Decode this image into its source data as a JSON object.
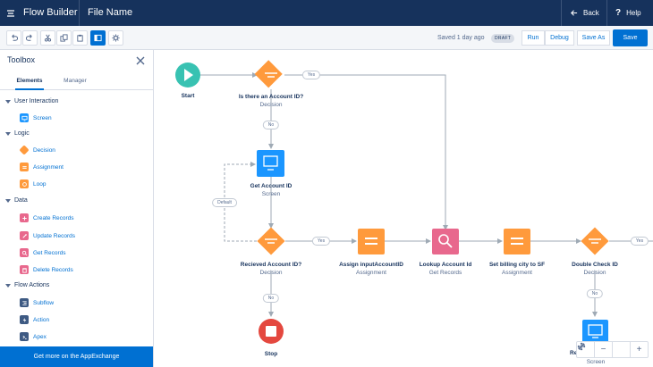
{
  "header": {
    "app_title": "Flow Builder",
    "file_name": "File Name",
    "back_label": "Back",
    "help_label": "Help"
  },
  "toolbar": {
    "saved_status": "Saved 1 day ago",
    "draft_badge": "DRAFT",
    "run_label": "Run",
    "debug_label": "Debug",
    "save_as_label": "Save As",
    "save_label": "Save"
  },
  "sidebar": {
    "title": "Toolbox",
    "tabs": [
      {
        "label": "Elements"
      },
      {
        "label": "Manager"
      }
    ],
    "categories": [
      {
        "label": "User Interaction",
        "items": [
          {
            "label": "Screen",
            "icon": "screen-icon",
            "color": "#1b96ff"
          }
        ]
      },
      {
        "label": "Logic",
        "items": [
          {
            "label": "Decision",
            "icon": "decision-icon",
            "color": "#ff9a3c"
          },
          {
            "label": "Assignment",
            "icon": "assignment-icon",
            "color": "#ff9a3c"
          },
          {
            "label": "Loop",
            "icon": "loop-icon",
            "color": "#ff9a3c"
          }
        ]
      },
      {
        "label": "Data",
        "items": [
          {
            "label": "Create Records",
            "icon": "create-records-icon",
            "color": "#e8688d"
          },
          {
            "label": "Update Records",
            "icon": "update-records-icon",
            "color": "#e8688d"
          },
          {
            "label": "Get Records",
            "icon": "get-records-icon",
            "color": "#e8688d"
          },
          {
            "label": "Delete Records",
            "icon": "delete-records-icon",
            "color": "#e8688d"
          }
        ]
      },
      {
        "label": "Flow Actions",
        "items": [
          {
            "label": "Subflow",
            "icon": "subflow-icon",
            "color": "#3e5a83"
          },
          {
            "label": "Action",
            "icon": "action-icon",
            "color": "#3e5a83"
          },
          {
            "label": "Apex",
            "icon": "apex-icon",
            "color": "#3e5a83"
          }
        ]
      }
    ],
    "appexchange_label": "Get more on the AppExchange"
  },
  "canvas": {
    "nodes": {
      "start": {
        "title": "Start",
        "sub": ""
      },
      "decision_account": {
        "title": "Is there an Account ID?",
        "sub": "Decision"
      },
      "get_account": {
        "title": "Get Account ID",
        "sub": "Screen"
      },
      "received_account": {
        "title": "Recieved Account ID?",
        "sub": "Decision"
      },
      "assign_input": {
        "title": "Assign inputAccountID",
        "sub": "Assignment"
      },
      "lookup_account": {
        "title": "Lookup Account Id",
        "sub": "Get Records"
      },
      "set_billing": {
        "title": "Set billing city to SF",
        "sub": "Assignment"
      },
      "double_check": {
        "title": "Double Check ID",
        "sub": "Decision"
      },
      "stop": {
        "title": "Stop",
        "sub": ""
      },
      "rec_screen": {
        "title": "Rec",
        "sub": "Screen"
      }
    },
    "connector_labels": {
      "yes_top": "Yes",
      "no_top": "No",
      "default": "Default",
      "yes_mid": "Yes",
      "no_mid": "No",
      "yes_right": "Yes",
      "no_right": "No"
    },
    "colors": {
      "start": "#38c2b2",
      "decision": "#ff9a3c",
      "screen": "#1b96ff",
      "assignment": "#ff9a3c",
      "get_records": "#e8688d",
      "stop": "#e4483f"
    }
  },
  "zoom": {
    "fit_icon": "move-icon",
    "zoom_out": "−",
    "fit": "fit-icon",
    "zoom_in": "+"
  }
}
